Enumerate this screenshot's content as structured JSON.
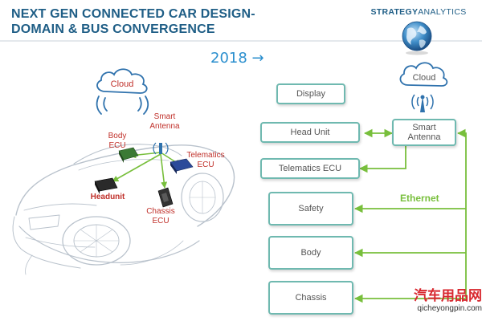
{
  "header": {
    "title_line1": "NEXT GEN CONNECTED CAR DESIGN-",
    "title_line2": "DOMAIN & BUS CONVERGENCE",
    "brand_part1": "STRATEGY",
    "brand_part2": "ANALYTICS"
  },
  "year_label": "2018",
  "car_illustration": {
    "cloud_label": "Cloud",
    "smart_antenna_label": "Smart\nAntenna",
    "body_ecu_label": "Body\nECU",
    "telematics_ecu_label": "Telematics\nECU",
    "headunit_label": "Headunit",
    "chassis_ecu_label": "Chassis\nECU"
  },
  "architecture": {
    "cloud_label": "Cloud",
    "display_label": "Display",
    "head_unit_label": "Head Unit",
    "telematics_ecu_label": "Telematics ECU",
    "smart_antenna_label": "Smart\nAntenna",
    "safety_label": "Safety",
    "body_label": "Body",
    "chassis_label": "Chassis",
    "ethernet_label": "Ethernet"
  },
  "watermark": {
    "chinese_text": "汽车用品网",
    "url": "qicheyongpin.com"
  },
  "colors": {
    "title_blue": "#1f5e86",
    "year_blue": "#2b8fce",
    "box_border": "#6fb9b0",
    "green_line": "#78bf3c",
    "red_label": "#c0302a"
  }
}
